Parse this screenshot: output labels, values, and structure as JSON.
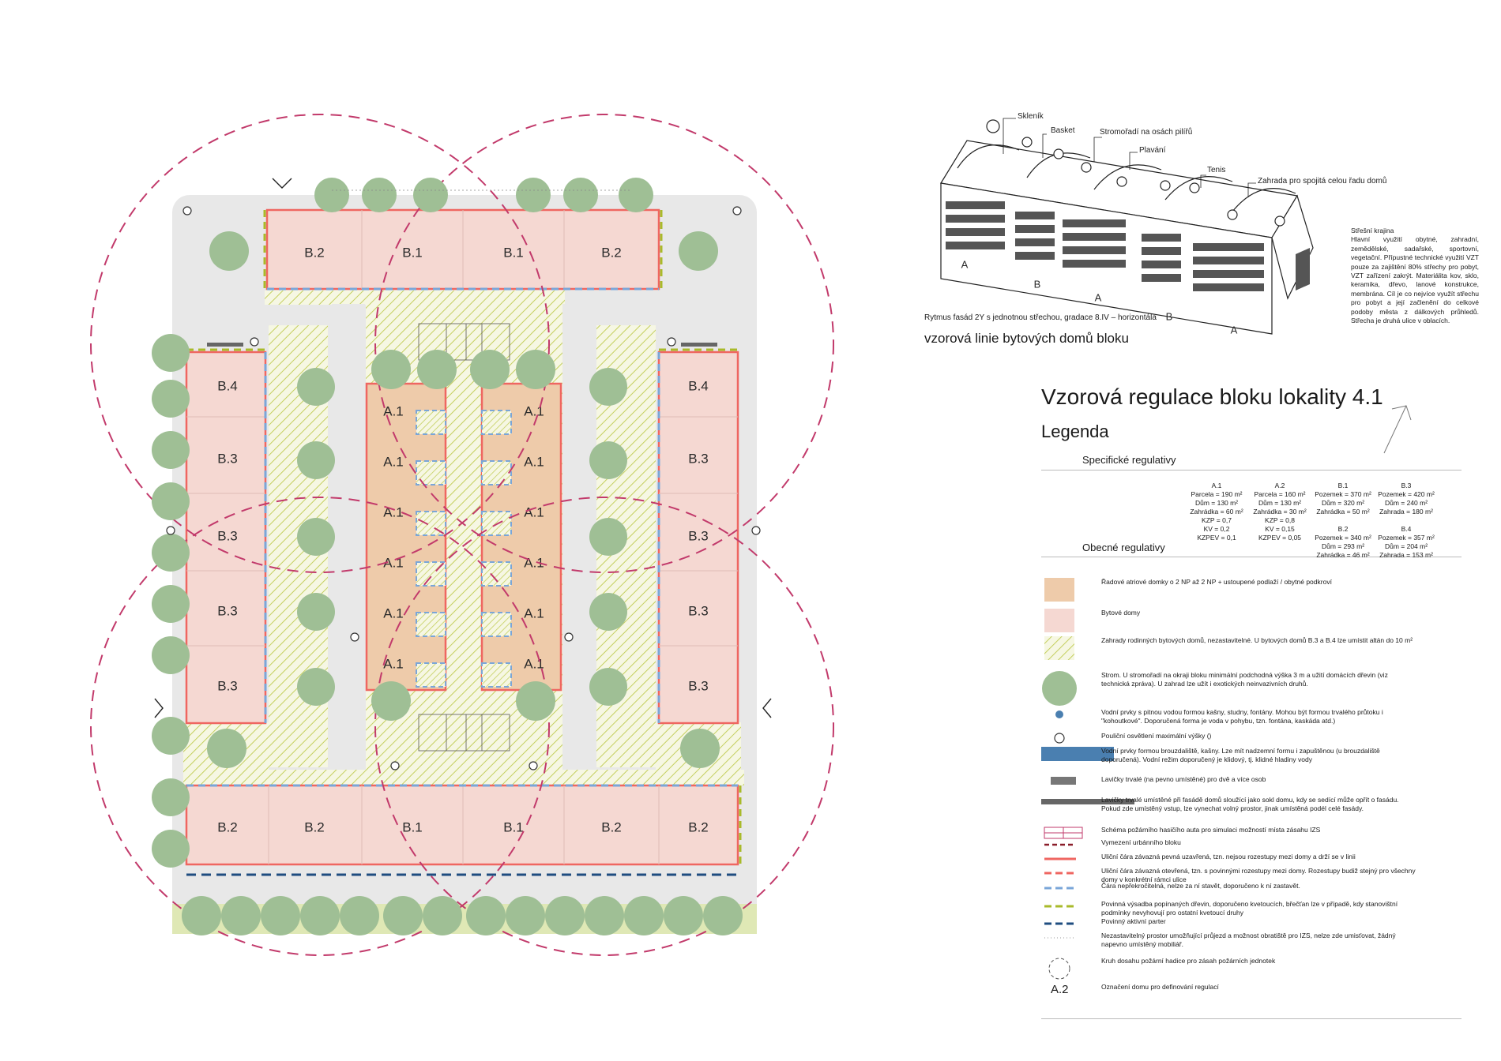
{
  "title": "Vzorová regulace bloku lokality 4.1",
  "legend_heading": "Legenda",
  "specific_heading": "Specifické regulativy",
  "general_heading": "Obecné regulativy",
  "plan_labels": {
    "top": [
      "B.2",
      "B.1",
      "B.1",
      "B.2"
    ],
    "bottom": [
      "B.2",
      "B.2",
      "B.1",
      "B.1",
      "B.2",
      "B.2"
    ],
    "left": [
      "B.4",
      "B.3",
      "B.3",
      "B.3",
      "B.3"
    ],
    "right": [
      "B.4",
      "B.3",
      "B.3",
      "B.3",
      "B.3"
    ],
    "a_left": [
      "A.1",
      "A.1",
      "A.1",
      "A.1",
      "A.1",
      "A.1"
    ],
    "a_right": [
      "A.1",
      "A.1",
      "A.1",
      "A.1",
      "A.1",
      "A.1"
    ]
  },
  "profile": {
    "labels": [
      "Skleník",
      "Basket",
      "Stromořadí na osách pilířů",
      "Plavání",
      "Tenis",
      "Zahrada pro spojitá celou řadu domů"
    ],
    "houses": [
      "A",
      "B",
      "A",
      "B",
      "A"
    ],
    "caption": "Rytmus fasád 2Y s jednotnou střechou, gradace 8.IV – horizontála",
    "title": "vzorová linie bytových domů bloku",
    "roof_title": "Střešní krajina",
    "roof_text": "Hlavní využití obytné, zahradní, zemědělské, sadařské, sportovní, vegetační. Přípustné technické využití VZT pouze za zajištění 80% střechy pro pobyt, VZT zařízení zakrýt. Materiálita kov, sklo, keramika, dřevo, lanové konstrukce, membrána. Cíl je co nejvíce využít střechu pro pobyt a její začlenění do celkové podoby města z dálkových průhledů. Střecha je druhá ulice v oblacích."
  },
  "stats": [
    {
      "lines": [
        "A.1",
        "Parcela = 190 m²",
        "Dům = 130 m²",
        "Zahrádka = 60 m²",
        "KZP = 0,7",
        "KV = 0,2",
        "KZPEV = 0,1"
      ]
    },
    {
      "lines": [
        "A.2",
        "Parcela = 160 m²",
        "Dům = 130 m²",
        "Zahrádka = 30 m²",
        "KZP = 0,8",
        "KV = 0,15",
        "KZPEV = 0,05"
      ]
    },
    {
      "lines": [
        "B.1",
        "Pozemek = 370 m²",
        "Dům = 320 m²",
        "Zahrádka = 50 m²",
        "",
        "B.2",
        "Pozemek = 340 m²",
        "Dům = 293 m²",
        "Zahrádka = 46 m²"
      ]
    },
    {
      "lines": [
        "B.3",
        "Pozemek = 420 m²",
        "Dům = 240 m²",
        "Zahrada = 180 m²",
        "",
        "B.4",
        "Pozemek = 357 m²",
        "Dům = 204 m²",
        "Zahrada = 153 m²"
      ]
    }
  ],
  "legend": [
    {
      "sym": "swatch-tan",
      "text": "Řadové atriové domky o 2 NP až 2 NP + ustoupené podlaží / obytné podkroví"
    },
    {
      "sym": "swatch-pink",
      "text": "Bytové domy"
    },
    {
      "sym": "swatch-hatch",
      "text": "Zahrady rodinných bytových domů, nezastavitelné. U bytových domů B.3 a B.4 lze umístit altán do 10 m²"
    },
    {
      "sym": "tree",
      "text": "Strom. U stromořadí na okraji bloku minimální podchodná výška 3 m a užití domácích dřevin (viz technická zpráva). U zahrad lze užít i exotických neinvazivních druhů."
    },
    {
      "sym": "water-dot",
      "text": "Vodní prvky s pitnou vodou formou kašny, studny, fontány. Mohou být formou trvalého průtoku i \"kohoutkové\". Doporučená forma je voda v pohybu, tzn. fontána, kaskáda atd.)"
    },
    {
      "sym": "lamp",
      "text": "Pouliční osvětlení maximální výšky ()"
    },
    {
      "sym": "water-bar",
      "text": "Vodní prvky formou brouzdaliště, kašny. Lze mít nadzemní formu i zapuštěnou (u brouzdaliště doporučená). Vodní režim doporučený je klidový, tj. klidné hladiny vody"
    },
    {
      "sym": "bench",
      "text": "Lavičky trvalé (na pevno umístěné) pro dvě a více osob"
    },
    {
      "sym": "long-bench",
      "text": "Lavičky trvalé umístěné při fasádě domů sloužící jako sokl domu, kdy se sedící může opřít o fasádu. Pokud zde umístěný vstup, lze vynechat volný prostor, jinak umístěná podél celé fasády."
    },
    {
      "sym": "fire-truck",
      "text": "Schéma požárního hasičího auta pro simulaci možností místa zásahu IZS"
    },
    {
      "sym": "dash-darkred",
      "text": "Vymezení urbánního bloku"
    },
    {
      "sym": "line-red",
      "text": "Uliční čára závazná pevná uzavřená, tzn. nejsou rozestupy mezi domy a drží se v linii"
    },
    {
      "sym": "dash-red",
      "text": "Uliční čára závazná otevřená, tzn. s povinnými rozestupy mezi domy. Rozestupy budiž stejný pro všechny domy v konkrétní rámci ulice"
    },
    {
      "sym": "dash-blue",
      "text": "Čára nepřekročitelná, nelze za ní stavět, doporučeno k ní zastavět."
    },
    {
      "sym": "dash-green",
      "text": "Povinná výsadba popínaných dřevin, doporučeno kvetoucích, břečťan lze v případě, kdy stanovištní podmínky nevyhovují pro ostatní kvetoucí druhy"
    },
    {
      "sym": "dash-navy",
      "text": "Povinný aktivní parter"
    },
    {
      "sym": "dotted",
      "text": "Nezastavitelný prostor umožňující průjezd a možnost obratiště pro IZS, nelze zde umisťovat, žádný napevno umístěný mobiliář."
    },
    {
      "sym": "circle-dash",
      "text": "Kruh dosahu požární hadice pro zásah požárních jednotek"
    },
    {
      "sym": "code",
      "code": "A.2",
      "text": "Označení domu pro definování regulací"
    }
  ],
  "colors": {
    "tan": "#eecbaa",
    "pink": "#f5d8d2",
    "hatch": "#c4cf5e",
    "tree": "#9fbf95",
    "street": "#e8e8e8",
    "red": "#ef6661",
    "blue": "#7aa6d8",
    "green": "#a9ba2a",
    "navy": "#1f4d80",
    "magenta": "#c23a6b",
    "water": "#4a7fb0"
  }
}
